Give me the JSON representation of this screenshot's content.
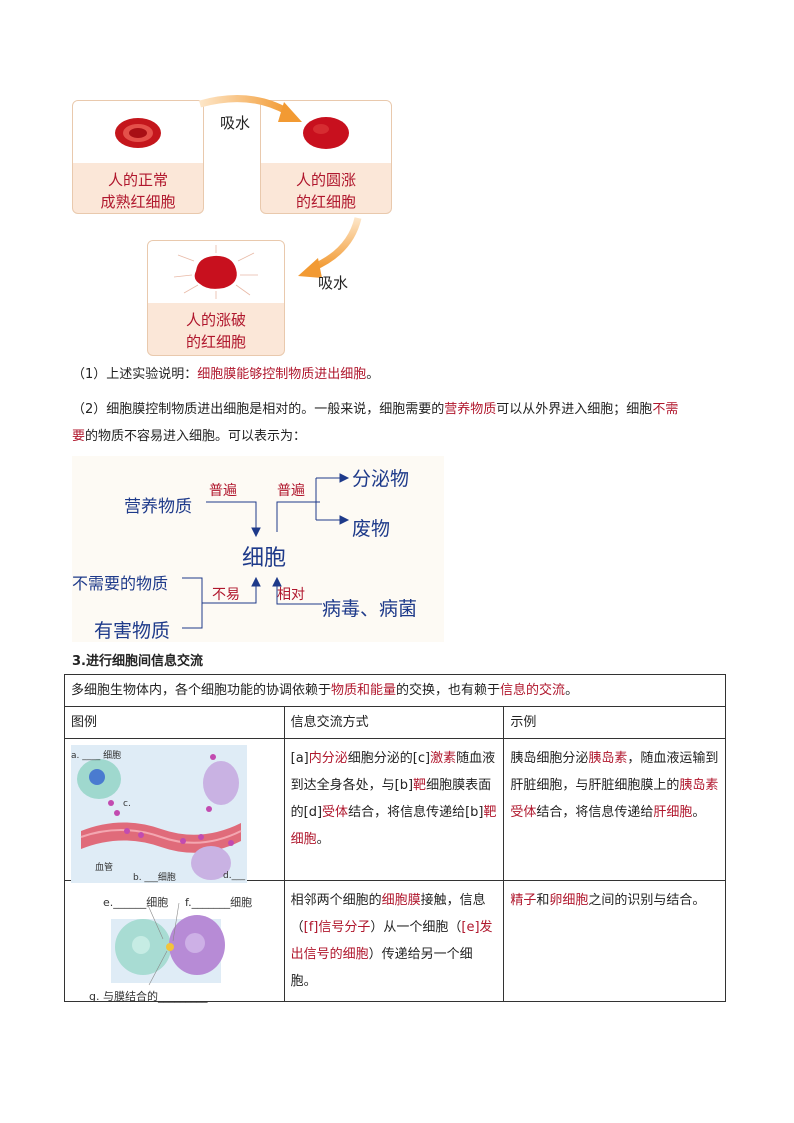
{
  "rbc_diagram": {
    "box1_caption": [
      "人的正常",
      "成熟红细胞"
    ],
    "box2_caption": [
      "人的圆涨",
      "的红细胞"
    ],
    "box3_caption": [
      "人的涨破",
      "的红细胞"
    ],
    "arrow1_label": "吸水",
    "arrow2_label": "吸水"
  },
  "paragraphs": {
    "p1_prefix": "（1）上述实验说明：",
    "p1_red": "细胞膜能够控制物质进出细胞",
    "p1_suffix": "。",
    "p2_a": "（2）细胞膜控制物质进出细胞是相对的。一般来说，细胞需要的",
    "p2_red1": "营养物质",
    "p2_b": "可以从外界进入细胞；细胞",
    "p2_red2": "不需",
    "p2_red3": "要",
    "p2_c": "的物质不容易进入细胞。可以表示为："
  },
  "flow_diagram": {
    "nutrients": "营养物质",
    "common1": "普遍",
    "common2": "普遍",
    "secretion": "分泌物",
    "waste": "废物",
    "cell": "细胞",
    "unneeded": "不需要的物质",
    "harmful": "有害物质",
    "not_easy": "不易",
    "relative": "相对",
    "virus": "病毒、病菌"
  },
  "section_heading": "3.进行细胞间信息交流",
  "table": {
    "intro_a": "多细胞生物体内，各个细胞功能的协调依赖于",
    "intro_red1": "物质和能量",
    "intro_b": "的交换，也有赖于",
    "intro_red2": "信息的交流",
    "intro_c": "。",
    "headers": [
      "图例",
      "信息交流方式",
      "示例"
    ],
    "row1": {
      "fig_labels": {
        "a": "a. ____ 细胞",
        "c": "c.",
        "vessel": "血管",
        "b": "b. ___细胞",
        "d": "d.___"
      },
      "method": [
        {
          "t": "[a]",
          "r": false
        },
        {
          "t": "内分泌",
          "r": true
        },
        {
          "t": "细胞分泌的[c]",
          "r": false
        },
        {
          "t": "激素",
          "r": true
        },
        {
          "t": "随血液到达全身各处，与[b]",
          "r": false
        },
        {
          "t": "靶",
          "r": true
        },
        {
          "t": "细胞膜表面的[d]",
          "r": false
        },
        {
          "t": "受体",
          "r": true
        },
        {
          "t": "结合，将信息传递给[b]",
          "r": false
        },
        {
          "t": "靶细胞",
          "r": true
        },
        {
          "t": "。",
          "r": false
        }
      ],
      "example": [
        {
          "t": "胰岛细胞分泌",
          "r": false
        },
        {
          "t": "胰岛素",
          "r": true
        },
        {
          "t": "，随血液运输到肝脏细胞，与肝脏细胞膜上的",
          "r": false
        },
        {
          "t": "胰岛素受体",
          "r": true
        },
        {
          "t": "结合，将信息传递给",
          "r": false
        },
        {
          "t": "肝细胞",
          "r": true
        },
        {
          "t": "。",
          "r": false
        }
      ]
    },
    "row2": {
      "fig_labels": {
        "e": "e.______细胞",
        "f": "f._______细胞",
        "g": "g. 与膜结合的_________"
      },
      "method": [
        {
          "t": "相邻两个细胞的",
          "r": false
        },
        {
          "t": "细胞膜",
          "r": true
        },
        {
          "t": "接触，信息（",
          "r": false
        },
        {
          "t": "[f]信号分子",
          "r": true
        },
        {
          "t": "）从一个细胞（",
          "r": false
        },
        {
          "t": "[e]发出信号的细胞",
          "r": true
        },
        {
          "t": "）传递给另一个细胞。",
          "r": false
        }
      ],
      "example": [
        {
          "t": "精子",
          "r": true
        },
        {
          "t": "和",
          "r": false
        },
        {
          "t": "卵细胞",
          "r": true
        },
        {
          "t": "之间的识别与结合。",
          "r": false
        }
      ]
    }
  }
}
